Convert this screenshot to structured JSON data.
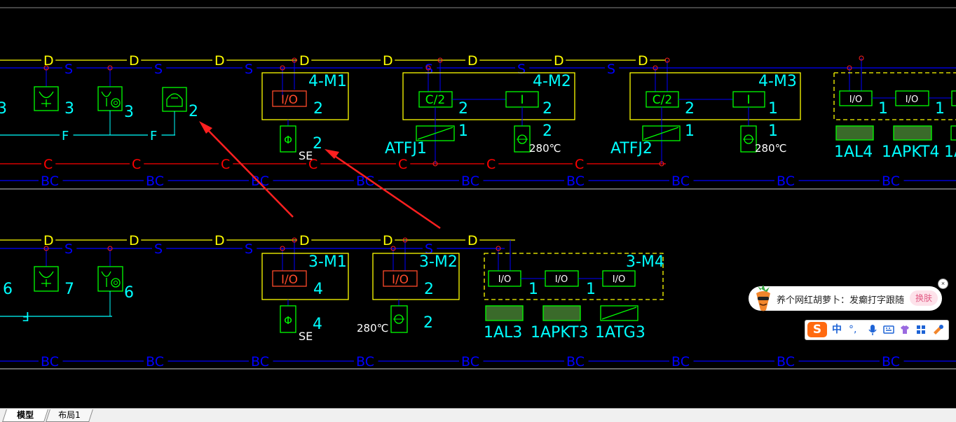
{
  "drawing": {
    "row1": {
      "panels": [
        {
          "title": "4-M1",
          "module": "I/O",
          "module_count": "2",
          "sensor_count": "2",
          "sensor_note": "SE"
        },
        {
          "title": "4-M2",
          "module_a": "C/2",
          "module_a_count": "2",
          "module_b": "I",
          "module_b_count": "2",
          "actuator_label": "ATFJ1",
          "actuator_count": "1",
          "sensor_count": "2",
          "temp": "280℃"
        },
        {
          "title": "4-M3",
          "module_a": "C/2",
          "module_a_count": "2",
          "module_b": "I",
          "module_b_count": "1",
          "actuator_label": "ATFJ2",
          "actuator_count": "1",
          "sensor_count": "1",
          "temp": "280℃"
        }
      ],
      "devices": [
        {
          "count": "3",
          "prefix": "3"
        },
        {
          "count": "3"
        },
        {
          "count": "2"
        }
      ],
      "right_group": {
        "modules": [
          "I/O",
          "I/O",
          "I/O"
        ],
        "counts": [
          "1",
          "1"
        ],
        "labels": [
          "1AL4",
          "1APKT4",
          "1A"
        ]
      }
    },
    "row2": {
      "panels": [
        {
          "title": "3-M1",
          "module": "I/O",
          "module_count": "4",
          "sensor_count": "4",
          "sensor_note": "SE"
        },
        {
          "title": "3-M2",
          "module": "I/O",
          "module_count": "2",
          "sensor_count": "2",
          "temp": "280℃"
        },
        {
          "title": "3-M4",
          "modules": [
            "I/O",
            "I/O",
            "I/O"
          ],
          "counts": [
            "1",
            "1"
          ],
          "labels": [
            "1AL3",
            "1APKT3",
            "1ATG3"
          ]
        }
      ],
      "devices": [
        {
          "count": "7",
          "prefix": "6"
        },
        {
          "count": "6"
        }
      ]
    },
    "bus_labels": {
      "d": "D",
      "s": "S",
      "f": "F",
      "c": "C",
      "bc": "BC"
    },
    "colors": {
      "background": "#000000",
      "d_line": "#ffff00",
      "s_line": "#0000ff",
      "f_line": "#00ffff",
      "c_line": "#ff0000",
      "bc_line": "#0000ff",
      "device": "#00ff00",
      "panel": "#ffff00",
      "text": "#00ffff",
      "arrow": "#ff2020"
    }
  },
  "layout_tabs": [
    {
      "label": "模型",
      "active": true
    },
    {
      "label": "布局1",
      "active": false
    }
  ],
  "ime": {
    "message": "养个网红胡萝卜：发癫打字跟随",
    "skin_button": "换肤",
    "close": "×",
    "logo": "S",
    "toolbar": [
      "中",
      "°,",
      "mic-icon",
      "keyboard-icon",
      "skin-icon",
      "apps-icon",
      "tool-icon"
    ]
  }
}
